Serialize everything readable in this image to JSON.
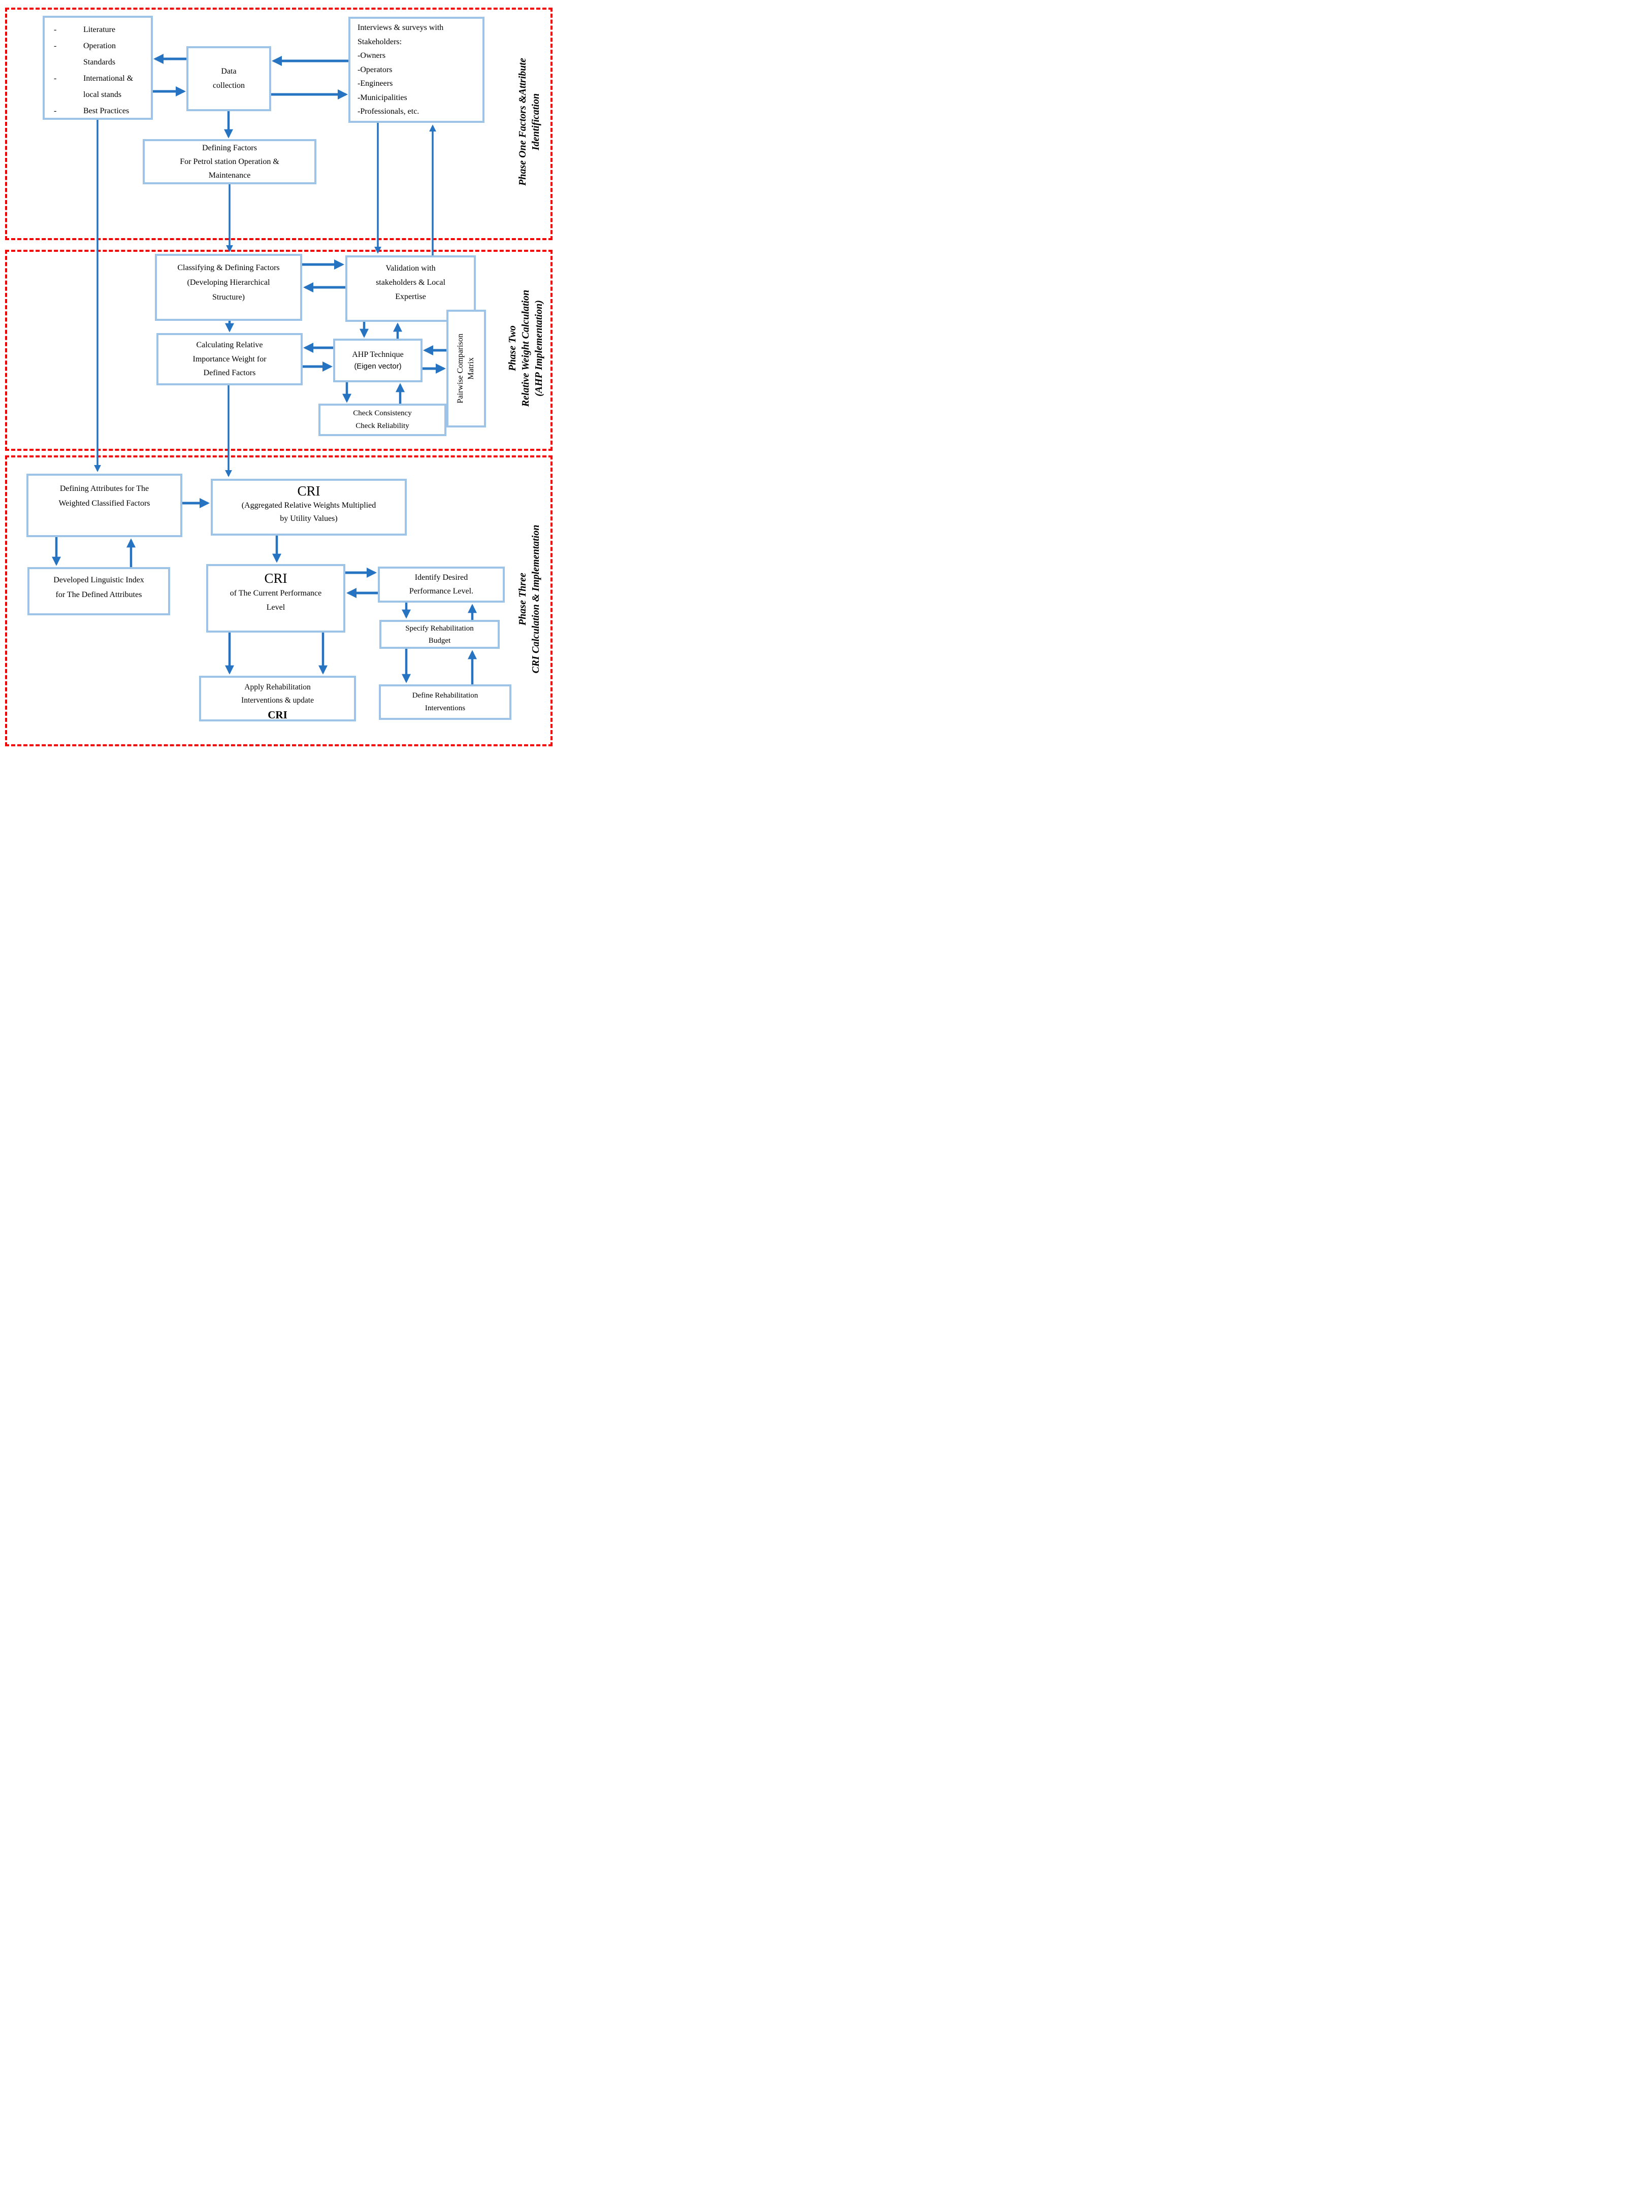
{
  "diagram": {
    "phases": [
      {
        "id": "phase-one",
        "label_lines": [
          "Phase One Factors &Attribute",
          "Identification"
        ]
      },
      {
        "id": "phase-two",
        "label_lines": [
          "Phase Two",
          "Relative Weight Calculation",
          "(AHP Implementation)"
        ]
      },
      {
        "id": "phase-three",
        "label_lines": [
          "Phase Three",
          "CRI Calculation & Implementation"
        ]
      }
    ],
    "boxes": {
      "literature": {
        "bullet": "-",
        "items": [
          "Literature",
          "Operation Standards",
          "International & local stands",
          "Best Practices"
        ]
      },
      "data_collection": {
        "text": "Data\ncollection"
      },
      "interviews": {
        "lines": [
          "Interviews & surveys with Stakeholders:",
          "-Owners",
          "-Operators",
          "-Engineers",
          "-Municipalities",
          "-Professionals, etc."
        ]
      },
      "defining_factors": {
        "text": "Defining Factors\nFor Petrol station Operation &\nMaintenance"
      },
      "classifying": {
        "text": "Classifying & Defining Factors\n(Developing Hierarchical\nStructure)"
      },
      "validation": {
        "text": "Validation with\nstakeholders & Local\nExpertise"
      },
      "calculating": {
        "text": "Calculating Relative\nImportance Weight for\nDefined Factors"
      },
      "ahp": {
        "title": "AHP Technique",
        "subtitle": "(Eigen vector)"
      },
      "pairwise": {
        "text": "Pairwise Comparison\nMatrix"
      },
      "check_consistency": {
        "text": "Check Consistency\nCheck Reliability"
      },
      "defining_attributes": {
        "text": "Defining Attributes for The\nWeighted Classified Factors"
      },
      "cri_aggregated": {
        "title": "CRI",
        "subtitle": "(Aggregated Relative Weights Multiplied\nby Utility Values)"
      },
      "linguistic_index": {
        "text": "Developed Linguistic Index\nfor The Defined Attributes"
      },
      "cri_current": {
        "title": "CRI",
        "subtitle": "of The Current Performance\nLevel"
      },
      "identify_desired": {
        "text": "Identify Desired\nPerformance Level."
      },
      "specify_budget": {
        "text": "Specify Rehabilitation\nBudget"
      },
      "apply_rehab": {
        "text": "Apply Rehabilitation\nInterventions & update",
        "emphasis": "CRI"
      },
      "define_rehab": {
        "text": "Define Rehabilitation\nInterventions"
      }
    },
    "colors": {
      "box_border": "#9dc3e6",
      "arrow": "#2673c2",
      "phase_border": "#f40000"
    }
  }
}
